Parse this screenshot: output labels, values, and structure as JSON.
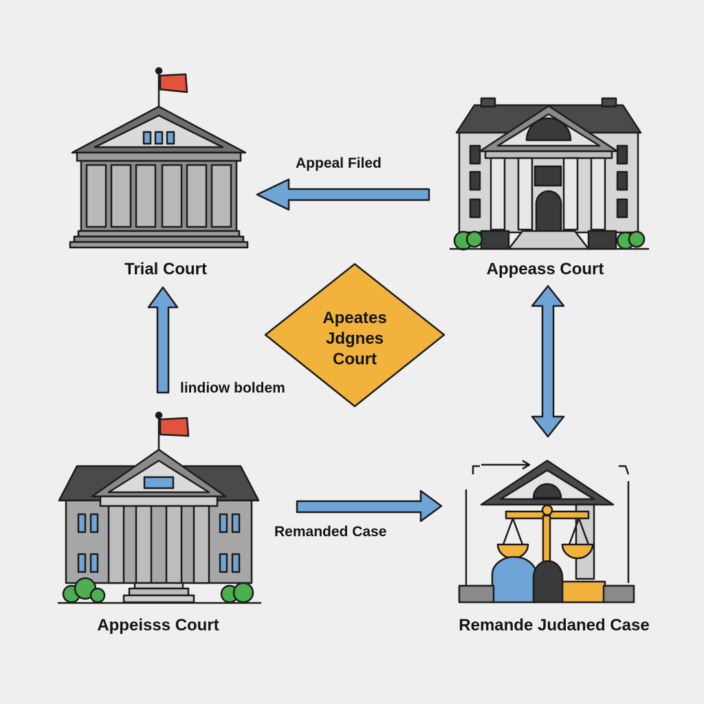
{
  "diagram": {
    "nodes": {
      "trial_court": {
        "label": "Trial Court"
      },
      "appeals_court_top": {
        "label": "Appeass Court"
      },
      "appeals_court_bottom": {
        "label": "Appeisss Court"
      },
      "remand_court": {
        "label": "Remande Judaned Case"
      }
    },
    "center_diamond": {
      "lines": [
        "Apeates",
        "Jdgnes",
        "Court"
      ],
      "color": "#f2b33d"
    },
    "edges": {
      "appeal_filed": {
        "label": "Appeal Filed"
      },
      "left_vertical": {
        "label": "lindiow boldem"
      },
      "remanded_case": {
        "label": "Remanded Case"
      }
    },
    "colors": {
      "arrow_fill": "#6fa4d6",
      "arrow_stroke": "#1c1c1c",
      "building_gray": "#a7a7a7",
      "roof_dark": "#4a4a4a",
      "flag_red": "#e5533d",
      "bush_green": "#4caf50",
      "scale_gold": "#f2b33d",
      "window_blue": "#6fa4d6"
    }
  }
}
